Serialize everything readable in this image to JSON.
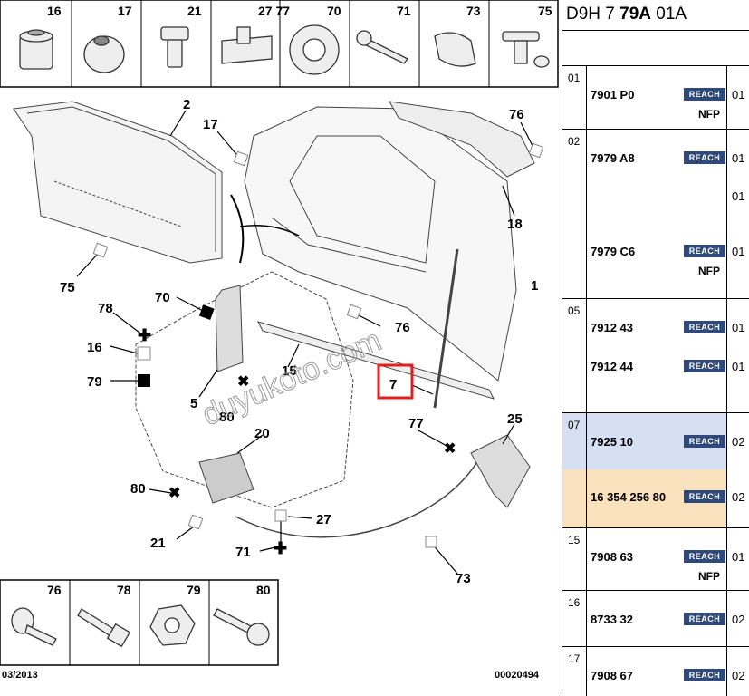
{
  "thumbs_top": [
    {
      "num": "16",
      "icon": "rubber-bump-stop-icon"
    },
    {
      "num": "17",
      "icon": "grommet-icon"
    },
    {
      "num": "21",
      "icon": "push-rivet-icon"
    },
    {
      "num": "27 77",
      "icon": "clip-nut-icon"
    },
    {
      "num": "70",
      "icon": "ring-seal-icon"
    },
    {
      "num": "71",
      "icon": "screw-icon"
    },
    {
      "num": "73",
      "icon": "cable-clip-icon"
    },
    {
      "num": "75",
      "icon": "push-pin-icon"
    }
  ],
  "thumbs_bottom": [
    {
      "num": "76",
      "icon": "clip-icon"
    },
    {
      "num": "78",
      "icon": "bolt-icon"
    },
    {
      "num": "79",
      "icon": "hex-nut-icon"
    },
    {
      "num": "80",
      "icon": "bolt-washer-icon"
    }
  ],
  "callouts": {
    "c2": "2",
    "c17": "17",
    "c76a": "76",
    "c18": "18",
    "c75": "75",
    "c1": "1",
    "c70": "70",
    "c78": "78",
    "c16": "16",
    "c79": "79",
    "c76b": "76",
    "c15": "15",
    "c5": "5",
    "c7": "7",
    "c80a": "80",
    "c77": "77",
    "c25": "25",
    "c20": "20",
    "c80b": "80",
    "c27": "27",
    "c21": "21",
    "c71": "71",
    "c73": "73"
  },
  "watermark": "duyukoto.com",
  "footer": {
    "date": "03/2013",
    "code": "00020494"
  },
  "colors": {
    "highlight_box": "#e02020",
    "badge": "#2f4a7a",
    "row_blue": "#d6e0f2",
    "row_tan": "#f9e2bd"
  },
  "panel": {
    "header_prefix": "D9H 7 ",
    "header_bold": "79A",
    "header_suffix": " 01A",
    "groups": [
      {
        "idx": "01",
        "rows": [
          {
            "ref": "7901 P0",
            "badge": "REACH",
            "qty": "01",
            "nfp": "NFP"
          }
        ]
      },
      {
        "idx": "02",
        "rows": [
          {
            "ref": "7979 A8",
            "badge": "REACH",
            "qty": "01",
            "nfp": ""
          },
          {
            "ref": "",
            "badge": "",
            "qty": "01",
            "nfp": ""
          },
          {
            "ref": "7979 C6",
            "badge": "REACH",
            "qty": "01",
            "nfp": "NFP"
          }
        ]
      },
      {
        "idx": "05",
        "rows": [
          {
            "ref": "7912 43",
            "badge": "REACH",
            "qty": "01",
            "nfp": ""
          },
          {
            "ref": "7912 44",
            "badge": "REACH",
            "qty": "01",
            "nfp": ""
          }
        ]
      },
      {
        "idx": "07",
        "rows": [
          {
            "ref": "7925 10",
            "badge": "REACH",
            "qty": "02",
            "nfp": ""
          },
          {
            "ref": "16 354 256 80",
            "badge": "REACH",
            "qty": "02",
            "nfp": ""
          }
        ]
      },
      {
        "idx": "15",
        "rows": [
          {
            "ref": "7908 63",
            "badge": "REACH",
            "qty": "01",
            "nfp": "NFP"
          }
        ]
      },
      {
        "idx": "16",
        "rows": [
          {
            "ref": "8733 32",
            "badge": "REACH",
            "qty": "02",
            "nfp": ""
          }
        ]
      },
      {
        "idx": "17",
        "rows": [
          {
            "ref": "7908 67",
            "badge": "REACH",
            "qty": "02",
            "nfp": ""
          }
        ]
      }
    ]
  }
}
